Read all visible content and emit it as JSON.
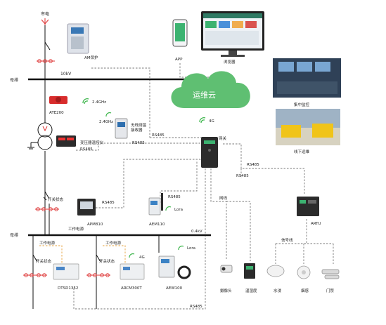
{
  "labels": {
    "city_power": "市电",
    "am_protection": "AM保护",
    "voltage_10kv": "10kV",
    "busbar_top": "母排",
    "ate200": "ATE200",
    "freq1": "2.4GHz",
    "freq2": "2.4GHz",
    "wireless_receiver": "无线测温\n接收器",
    "rs485_a": "RS485",
    "transformer_ctrl": "变压器温控仪",
    "rs485_b": "RS485",
    "rs485_c": "RS485",
    "switch_status_top": "开关状态",
    "rs485_d": "RS485",
    "apm810": "APM810",
    "work_power_1": "工作电源",
    "busbar_bottom": "母排",
    "voltage_04kv": "0.4kV",
    "work_power_2": "工作电源",
    "work_power_3": "工作电源",
    "switch_status_l": "开关状态",
    "switch_status_m": "开关状态",
    "g4_bottom": "4G",
    "lora_bottom": "Lora",
    "dtsd1352": "DTSD1352",
    "arcm300t": "ARCM300T",
    "aew100": "AEW100",
    "rs485_bottom": "RS485",
    "rs485_e": "RS485",
    "lora_mid": "Lora",
    "aem110": "AEM110",
    "app": "APP",
    "browser": "浏览器",
    "cloud": "运维云",
    "g4_top": "4G",
    "gateway": "网关",
    "central_monitor": "集中监控",
    "field_ops": "线下运维",
    "rs485_f": "RS485",
    "rs485_g": "RS485",
    "network_cable": "网线",
    "artu": "ARTU",
    "signal_line": "信号线",
    "camera": "摄像头",
    "temp_humidity": "温湿度",
    "water_immersion": "水浸",
    "smoke": "烟感",
    "door": "门禁"
  }
}
